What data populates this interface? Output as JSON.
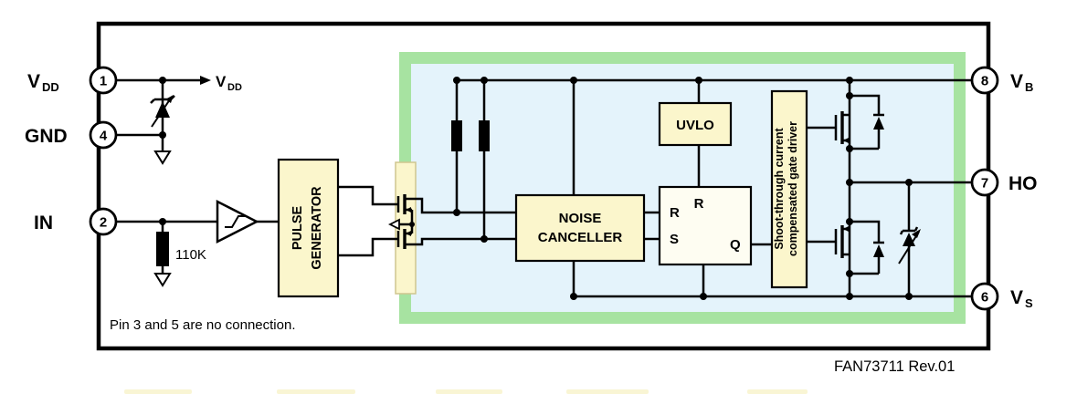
{
  "note": "Pin 3 and 5 are no connection.",
  "footer": "FAN73711  Rev.01",
  "pins": {
    "p1": {
      "num": "1",
      "label": "V",
      "sub": "DD"
    },
    "p4": {
      "num": "4",
      "label": "GND"
    },
    "p2": {
      "num": "2",
      "label": "IN"
    },
    "p8": {
      "num": "8",
      "label": "V",
      "sub": "B"
    },
    "p7": {
      "num": "7",
      "label": "HO"
    },
    "p6": {
      "num": "6",
      "label": "V",
      "sub": "S"
    }
  },
  "annotations": {
    "vdd_arrow": {
      "label": "V",
      "sub": "DD"
    },
    "resistor_value": "110K"
  },
  "blocks": {
    "pulse_generator": {
      "line1": "PULSE",
      "line2": "GENERATOR"
    },
    "uvlo": {
      "label": "UVLO"
    },
    "noise_canceller": {
      "line1": "NOISE",
      "line2": "CANCELLER"
    },
    "latch": {
      "input_r": "R",
      "input_s": "S",
      "reset_r": "R",
      "output_q": "Q"
    },
    "gate_driver": {
      "line1": "Shoot-through current",
      "line2": "compensated gate driver"
    }
  },
  "colors": {
    "block_fill": "#FBF6CC",
    "latch_fill": "#FEFDF2",
    "green": "#A7E3A1",
    "blue": "#E4F3FB",
    "vdd_text": "#0000CC",
    "smudge": "#F4EDB0"
  }
}
